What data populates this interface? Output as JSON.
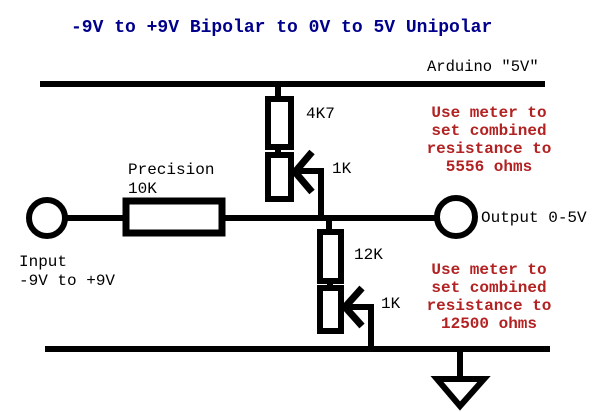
{
  "title": {
    "text": "-9V to +9V Bipolar to 0V to 5V Unipolar",
    "color": "#00008B"
  },
  "rails": {
    "top_label": "Arduino \"5V\""
  },
  "components": {
    "r_top": {
      "label": "4K7"
    },
    "pot_top": {
      "label": "1K"
    },
    "r_series": {
      "label_line1": "Precision",
      "label_line2": "10K"
    },
    "r_bottom": {
      "label": "12K"
    },
    "pot_bottom": {
      "label": "1K"
    }
  },
  "terminals": {
    "input": {
      "label_line1": "Input",
      "label_line2": "-9V to +9V"
    },
    "output": {
      "label": "Output 0-5V"
    }
  },
  "annotations": {
    "color": "#B22222",
    "upper": {
      "lines": [
        "Use meter to",
        "set combined",
        "resistance to",
        "5556 ohms"
      ]
    },
    "lower": {
      "lines": [
        "Use meter to",
        "set combined",
        "resistance to",
        "12500 ohms"
      ]
    }
  },
  "colors": {
    "wire": "#000000",
    "background": "#FFFFFF"
  }
}
